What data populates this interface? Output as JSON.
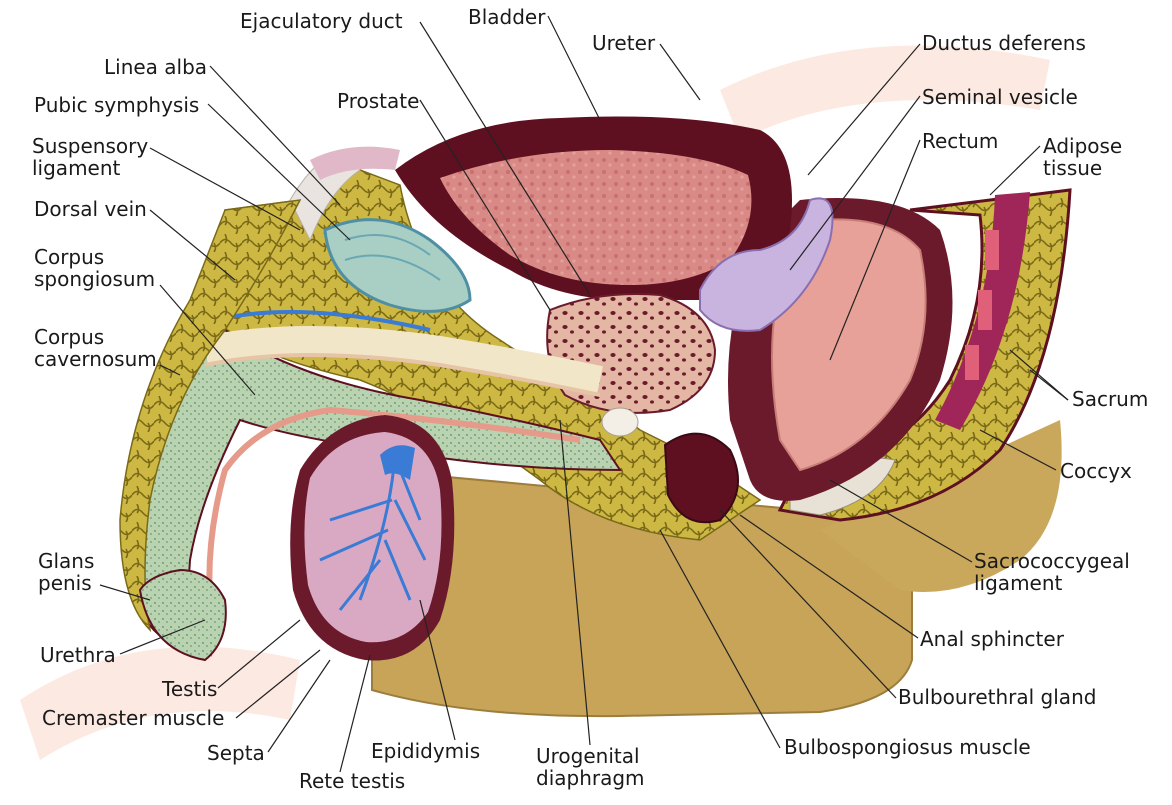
{
  "colors": {
    "base": "#c9a85c",
    "fat": "#c8b43c",
    "fat_dark": "#8a7a1e",
    "muscle": "#6b1a2c",
    "mucosa": "#e8a0a0",
    "cartilage": "#a9cfc4",
    "vessel": "#3a7bd5",
    "watermark": "#f08a5c"
  },
  "labels": {
    "ejaculatory_duct": "Ejaculatory duct",
    "bladder": "Bladder",
    "ureter": "Ureter",
    "ductus_deferens": "Ductus deferens",
    "linea_alba": "Linea alba",
    "pubic_symphysis": "Pubic symphysis",
    "prostate": "Prostate",
    "seminal_vesicle": "Seminal vesicle",
    "suspensory_ligament": "Suspensory\nligament",
    "rectum": "Rectum",
    "adipose_tissue": "Adipose\ntissue",
    "dorsal_vein": "Dorsal vein",
    "corpus_spongiosum": "Corpus\nspongiosum",
    "corpus_cavernosum": "Corpus\ncavernosum",
    "sacrum": "Sacrum",
    "coccyx": "Coccyx",
    "glans_penis": "Glans\npenis",
    "sacrococcygeal_ligament": "Sacrococcygeal\nligament",
    "urethra": "Urethra",
    "anal_sphincter": "Anal sphincter",
    "testis": "Testis",
    "bulbourethral_gland": "Bulbourethral gland",
    "cremaster_muscle": "Cremaster muscle",
    "bulbospongiosus_muscle": "Bulbospongiosus muscle",
    "septa": "Septa",
    "epididymis": "Epididymis",
    "urogenital_diaphragm": "Urogenital\ndiaphragm",
    "rete_testis": "Rete testis"
  }
}
